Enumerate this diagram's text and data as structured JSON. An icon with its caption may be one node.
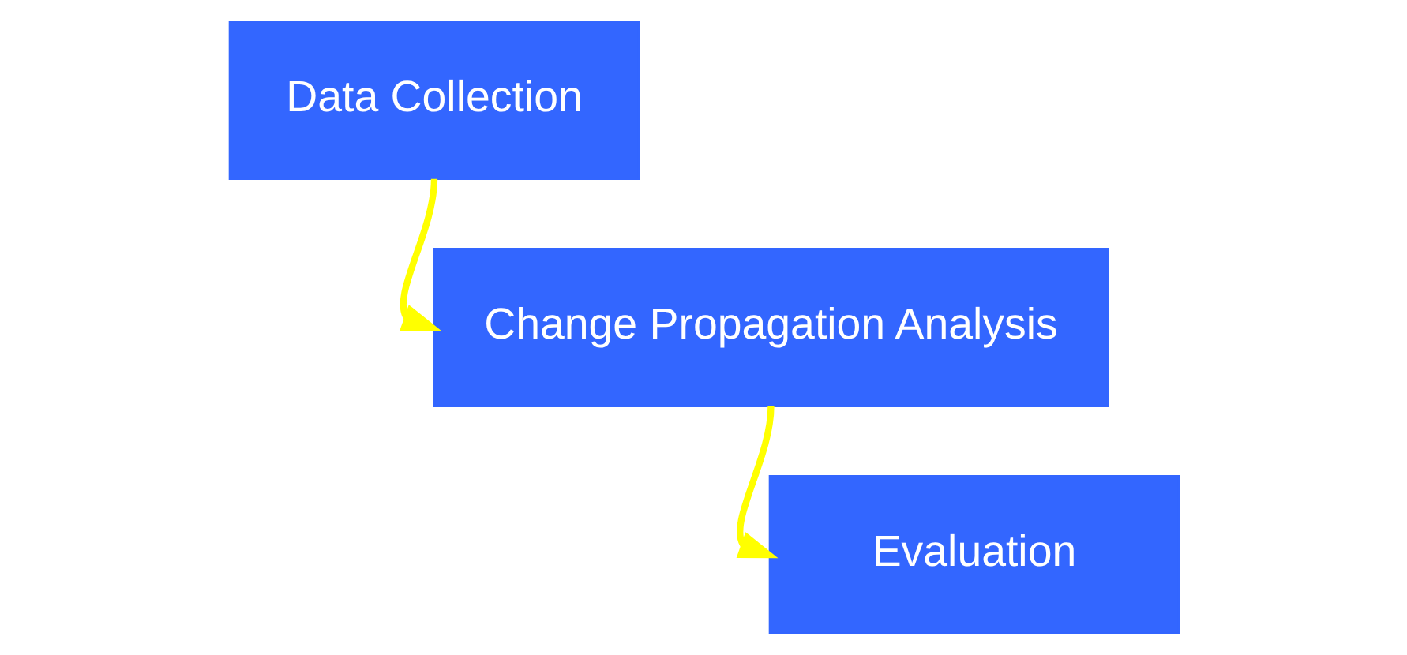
{
  "diagram": {
    "nodes": [
      {
        "text": [
          "Data Collection"
        ]
      },
      {
        "text": [
          "Change Propagation Analysis"
        ]
      },
      {
        "text": [
          "Evaluation"
        ]
      }
    ],
    "edges": [
      {
        "from": 0,
        "to": 1,
        "arrow": "to"
      },
      {
        "from": 1,
        "to": 2,
        "arrow": "to"
      }
    ]
  }
}
